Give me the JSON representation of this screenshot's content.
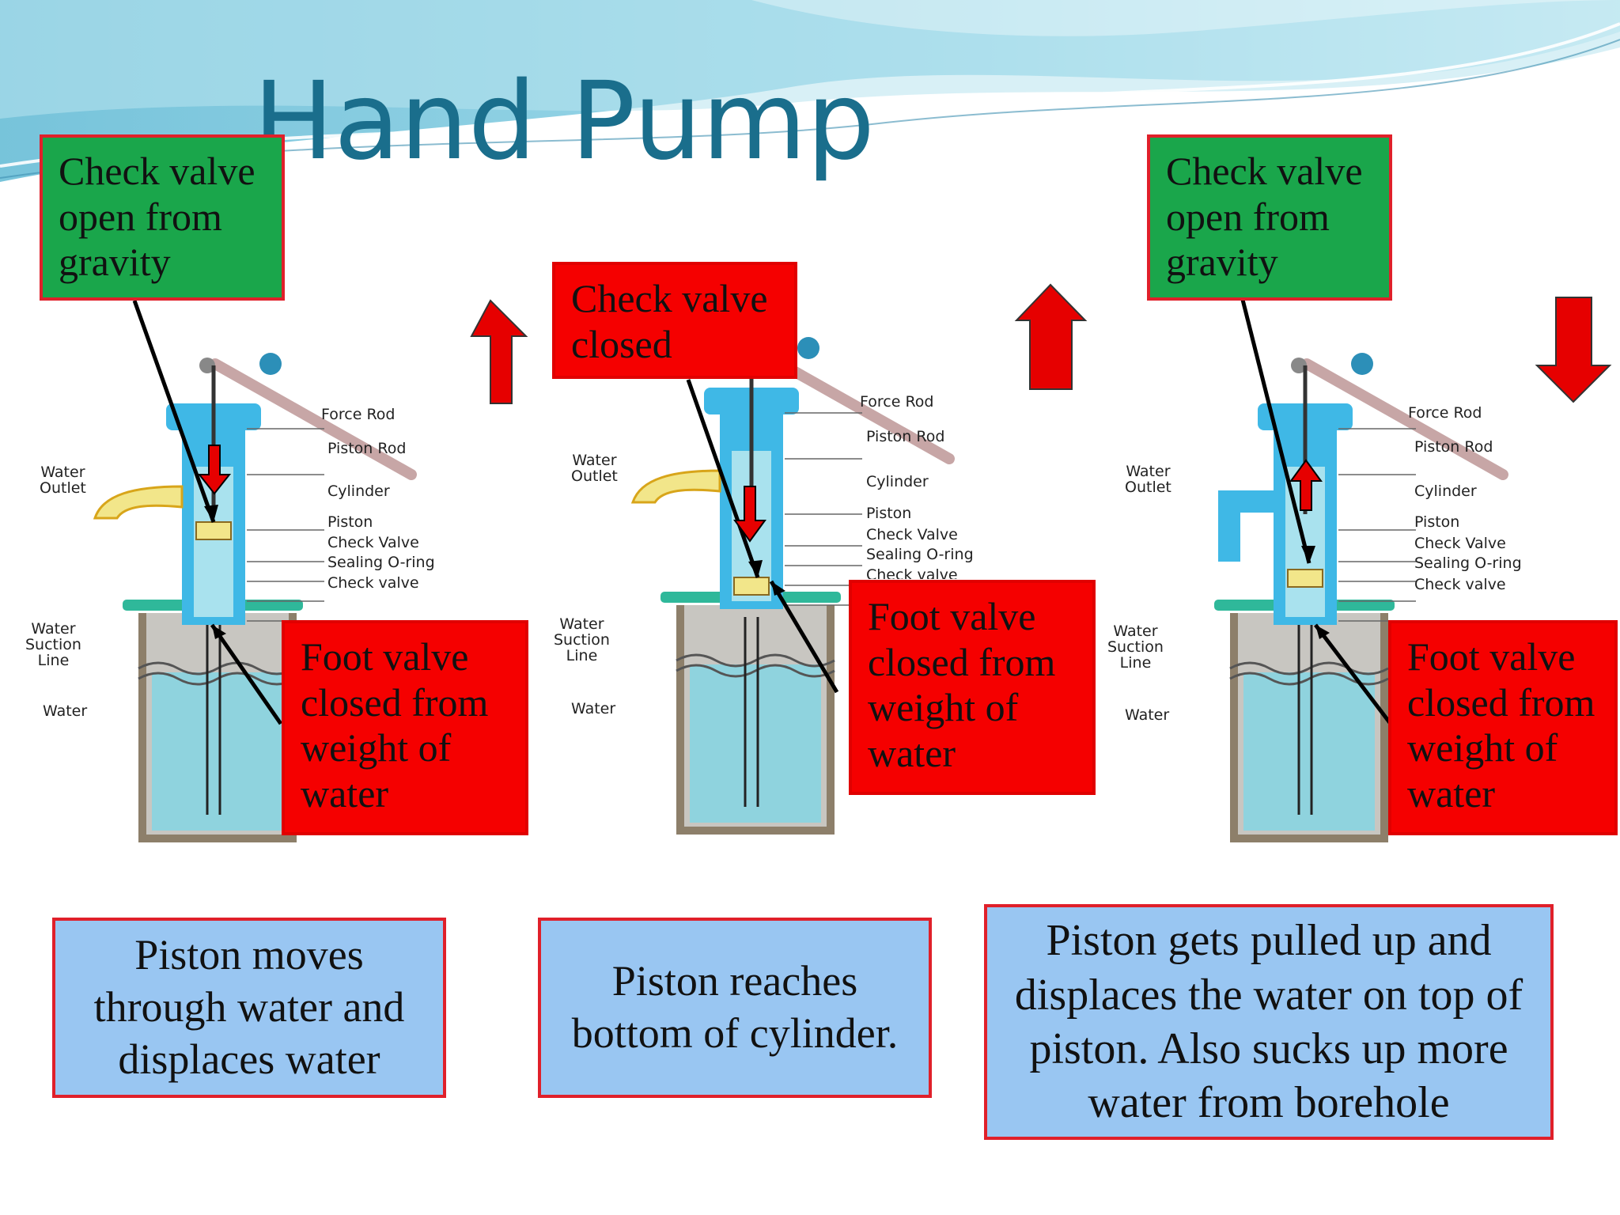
{
  "title": "Hand Pump",
  "panels": [
    {
      "labels": {
        "force_rod": "Force Rod",
        "piston_rod": "Piston Rod",
        "cylinder": "Cylinder",
        "piston": "Piston",
        "check_valve": "Check Valve",
        "sealing_oring": "Sealing O-ring",
        "check_valve_lower": "Check valve",
        "water_outlet_1": "Water",
        "water_outlet_2": "Outlet",
        "suction_1": "Water",
        "suction_2": "Suction",
        "suction_3": "Line",
        "water": "Water"
      },
      "top_callout": "Check valve open from gravity",
      "bottom_callout": "Foot valve closed from weight of water",
      "caption": "Piston moves through water and displaces water",
      "motion_arrow": "up"
    },
    {
      "labels": {
        "force_rod": "Force Rod",
        "piston_rod": "Piston Rod",
        "cylinder": "Cylinder",
        "piston": "Piston",
        "check_valve": "Check Valve",
        "sealing_oring": "Sealing O-ring",
        "check_valve_lower": "Check valve",
        "water_outlet_1": "Water",
        "water_outlet_2": "Outlet",
        "suction_1": "Water",
        "suction_2": "Suction",
        "suction_3": "Line",
        "water": "Water"
      },
      "top_callout": "Check valve closed",
      "bottom_callout": "Foot valve closed from weight of water",
      "caption": "Piston reaches bottom of cylinder.",
      "motion_arrow": "up"
    },
    {
      "labels": {
        "force_rod": "Force Rod",
        "piston_rod": "Piston Rod",
        "cylinder": "Cylinder",
        "piston": "Piston",
        "check_valve": "Check Valve",
        "sealing_oring": "Sealing O-ring",
        "check_valve_lower": "Check valve",
        "water_outlet_1": "Water",
        "water_outlet_2": "Outlet",
        "suction_1": "Water",
        "suction_2": "Suction",
        "suction_3": "Line",
        "water": "Water"
      },
      "top_callout": "Check valve open from gravity",
      "bottom_callout": "Foot valve closed from weight of water",
      "caption": "Piston gets pulled up and displaces the water on top of piston. Also sucks up more water from borehole",
      "motion_arrow": "down"
    }
  ],
  "colors": {
    "title": "#1a6e8c",
    "green_callout": "#1aa64b",
    "red_callout": "#f50000",
    "caption_box": "#99c6f2",
    "pump_blue": "#3fb8e6",
    "water": "#8fd3de"
  }
}
